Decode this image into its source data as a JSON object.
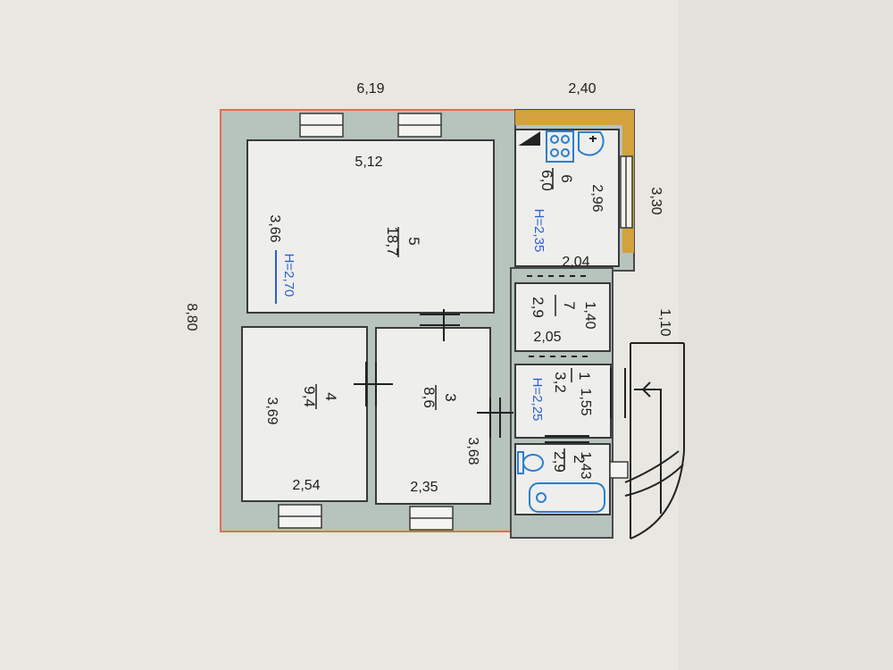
{
  "plan": {
    "overall": {
      "top_width_main": "6,19",
      "top_width_side": "2,40",
      "height_total": "8,80",
      "side_right": "3,30",
      "porch": "1,10"
    },
    "rooms": [
      {
        "number": "5",
        "area": "18,7",
        "width": "5,12",
        "length": "3,66",
        "height": "H=2,70"
      },
      {
        "number": "4",
        "area": "9,4",
        "width": "2,54",
        "length": "3,69"
      },
      {
        "number": "3",
        "area": "8,6",
        "width": "2,35",
        "length": "3,68"
      },
      {
        "number": "6",
        "area": "6,0",
        "width": "2,04",
        "length": "2,96",
        "height": "H=2,35"
      },
      {
        "number": "7",
        "area": "2,9",
        "width": "2,05",
        "length": "1,40"
      },
      {
        "number": "1",
        "area": "3,2",
        "length": "1,55",
        "height": "H=2,25"
      },
      {
        "number": "2",
        "area": "2,9",
        "length": "1,43"
      }
    ]
  },
  "colors": {
    "wall_fill": "#b7c3bd",
    "wall_stroke": "#4a4a4a",
    "outline_orange": "#e0704a",
    "ochre": "#d3a23c",
    "fixture_blue": "#2a7fd0",
    "label_blue": "#2a5fcf",
    "background": "#e8e7e2"
  }
}
